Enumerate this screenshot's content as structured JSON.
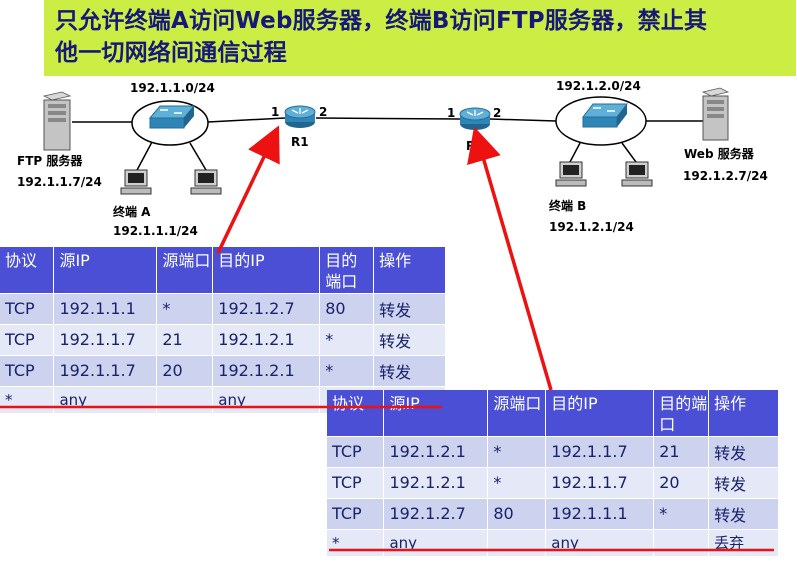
{
  "title": {
    "line1": "只允许终端A访问Web服务器，终端B访问FTP服务器，禁止其",
    "line2": "他一切网络间通信过程"
  },
  "network": {
    "left_subnet": "192.1.1.0/24",
    "right_subnet": "192.1.2.0/24",
    "ftp_server": {
      "name": "FTP 服务器",
      "ip": "192.1.1.7/24"
    },
    "web_server": {
      "name": "Web 服务器",
      "ip": "192.1.2.7/24"
    },
    "terminal_a": {
      "name": "终端 A",
      "ip": "192.1.1.1/24"
    },
    "terminal_b": {
      "name": "终端 B",
      "ip": "192.1.2.1/24"
    },
    "r1": {
      "name": "R1",
      "port1": "1",
      "port2": "2"
    },
    "r2": {
      "name": "R2",
      "port1": "1",
      "port2": "2"
    }
  },
  "acl_r1": {
    "headers": [
      "协议",
      "源IP",
      "源端口",
      "目的IP",
      "目的端口",
      "操作"
    ],
    "rows": [
      [
        "TCP",
        "192.1.1.1",
        "*",
        "192.1.2.7",
        "80",
        "转发"
      ],
      [
        "TCP",
        "192.1.1.7",
        "21",
        "192.1.2.1",
        "*",
        "转发"
      ],
      [
        "TCP",
        "192.1.1.7",
        "20",
        "192.1.2.1",
        "*",
        "转发"
      ],
      [
        "*",
        "any",
        "",
        "any",
        "",
        ""
      ]
    ]
  },
  "acl_r2": {
    "headers": [
      "协议",
      "源IP",
      "源端口",
      "目的IP",
      "目的端口",
      "操作"
    ],
    "rows": [
      [
        "TCP",
        "192.1.2.1",
        "*",
        "192.1.1.7",
        "21",
        "转发"
      ],
      [
        "TCP",
        "192.1.2.1",
        "*",
        "192.1.1.7",
        "20",
        "转发"
      ],
      [
        "TCP",
        "192.1.2.7",
        "80",
        "192.1.1.1",
        "*",
        "转发"
      ],
      [
        "*",
        "any",
        "",
        "any",
        "",
        "丢弃"
      ]
    ]
  },
  "colors": {
    "title_bg": "#ccee44",
    "title_text": "#16187a",
    "header_bg": "#4a4fd6",
    "row_dark": "#cdd2ef",
    "row_light": "#e5e8f7",
    "arrow": "#ee1111"
  }
}
